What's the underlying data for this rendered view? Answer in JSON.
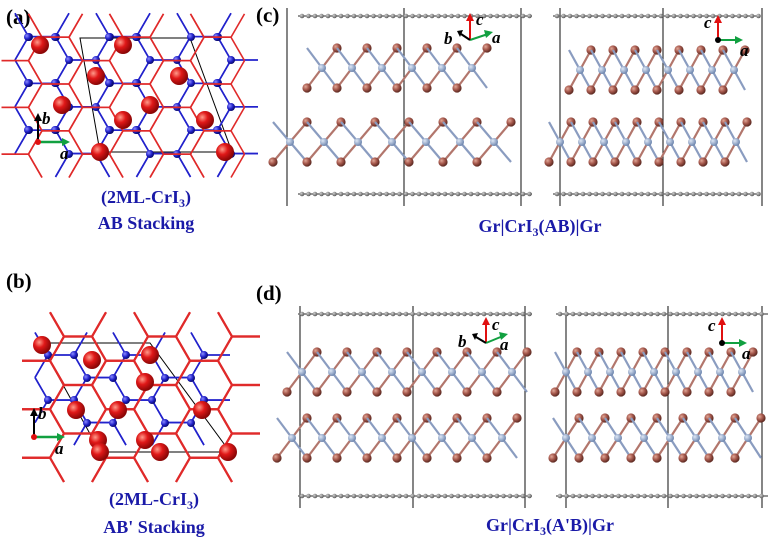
{
  "panels": {
    "a": {
      "label": "(a)",
      "caption_line1": "(2ML-CrI",
      "caption_sub": "3",
      "caption_close": ")",
      "caption_line2": "AB Stacking"
    },
    "b": {
      "label": "(b)",
      "caption_line1": "(2ML-CrI",
      "caption_sub": "3",
      "caption_close": ")",
      "caption_line2": "AB' Stacking"
    },
    "c": {
      "label": "(c)",
      "caption_pre": "Gr|CrI",
      "caption_sub": "3",
      "caption_post": "(AB)|Gr"
    },
    "d": {
      "label": "(d)",
      "caption_pre": "Gr|CrI",
      "caption_sub": "3",
      "caption_post": "(A'B)|Gr"
    }
  },
  "axes": {
    "a": "a",
    "b": "b",
    "c": "c"
  },
  "colors": {
    "iodine_red": "#e01818",
    "bond_red": "#e02a2a",
    "bond_blue": "#2222cc",
    "cr_blue": "#1a1ac0",
    "iodine_brown": "#a85a4e",
    "cr_lightblue": "#8aa0c8",
    "carbon_gray": "#808080",
    "caption_blue": "#1a1aa8",
    "axis_green": "#11a040",
    "axis_red": "#e01010",
    "axis_black": "#000000"
  }
}
